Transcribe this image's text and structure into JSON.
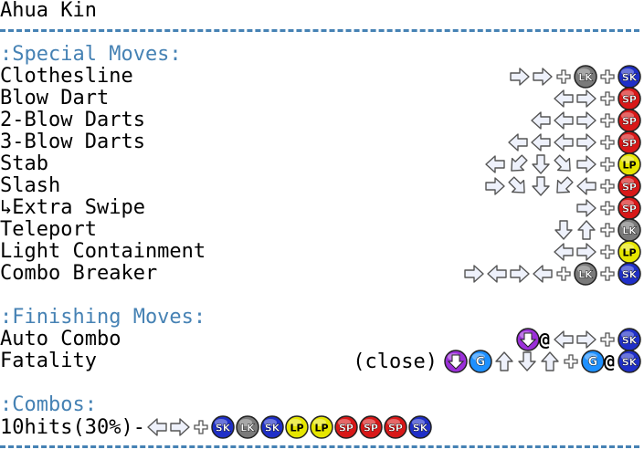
{
  "character": "Ahua Kin",
  "sections": {
    "special": ":Special Moves:",
    "finishing": ":Finishing Moves:",
    "combos": ":Combos:"
  },
  "special_moves": [
    {
      "name": "Clothesline",
      "seq": [
        "fwd",
        "fwd",
        "+",
        "LK",
        "+",
        "SK"
      ]
    },
    {
      "name": "Blow Dart",
      "seq": [
        "back",
        "fwd",
        "+",
        "SP"
      ]
    },
    {
      "name": "2-Blow Darts",
      "seq": [
        "back",
        "back",
        "fwd",
        "+",
        "SP"
      ]
    },
    {
      "name": "3-Blow Darts",
      "seq": [
        "back",
        "back",
        "back",
        "fwd",
        "+",
        "SP"
      ]
    },
    {
      "name": "Stab",
      "seq": [
        "back",
        "downback",
        "down",
        "downfwd",
        "fwd",
        "+",
        "LP"
      ]
    },
    {
      "name": "Slash",
      "seq": [
        "fwd",
        "downfwd",
        "down",
        "downback",
        "back",
        "+",
        "SP"
      ]
    },
    {
      "name": "Extra Swipe",
      "prefix": "↳",
      "seq": [
        "fwd",
        "+",
        "SP"
      ]
    },
    {
      "name": "Teleport",
      "seq": [
        "down",
        "up",
        "+",
        "LK"
      ]
    },
    {
      "name": "Light Containment",
      "seq": [
        "back",
        "fwd",
        "+",
        "LP"
      ]
    },
    {
      "name": "Combo Breaker",
      "seq": [
        "fwd",
        "back",
        "fwd",
        "back",
        "+",
        "LK",
        "+",
        "SK"
      ]
    }
  ],
  "finishing_moves": [
    {
      "name": "Auto Combo",
      "seq": [
        "PURPLE_DOWN",
        "@",
        "back",
        "fwd",
        "+",
        "SK"
      ]
    },
    {
      "name": "Fatality",
      "note": "(close)",
      "seq": [
        "PURPLE_DOWN",
        "G",
        "up",
        "down",
        "up",
        "+",
        "G",
        "@",
        "SK"
      ]
    }
  ],
  "combos": [
    {
      "label": "10hits(30%)-",
      "seq": [
        "back",
        "fwd",
        "+",
        "SK",
        "LK",
        "SK",
        "LP",
        "LP",
        "SP",
        "SP",
        "SP",
        "SK"
      ]
    }
  ],
  "button_colors": {
    "LK": "#7a7a7a",
    "SK": "#1f2fc8",
    "SP": "#d81818",
    "LP": "#e6e600",
    "G": "#1e90ff",
    "PURPLE_DOWN": "#9b30d9"
  }
}
